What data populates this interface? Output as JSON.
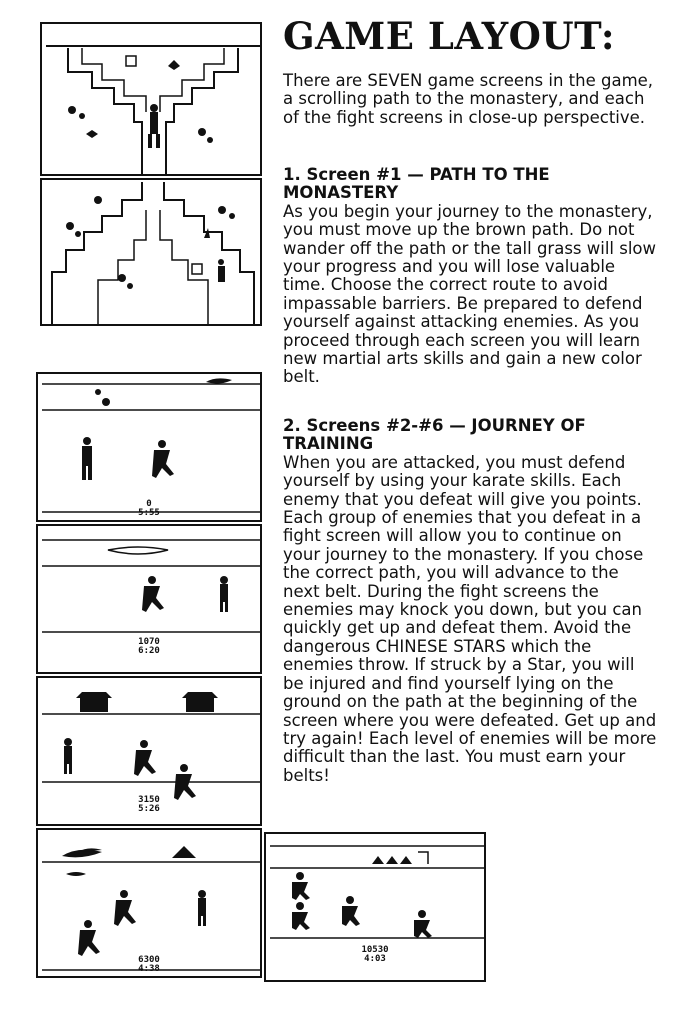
{
  "title": "GAME LAYOUT:",
  "intro": "There are SEVEN game screens in the game, a scrolling path to the monastery, and each of the fight screens in close-up perspective.",
  "sections": [
    {
      "heading": "1. Screen #1 — PATH TO THE MONASTERY",
      "body": "As you begin your journey to the monastery, you must move up the brown path. Do not wander off the path or the tall grass will slow your progress and you will lose valuable time. Choose the correct route to avoid impassable barriers. Be prepared to defend yourself against attacking enemies. As you proceed through each screen you will learn new martial arts skills and gain a new color belt."
    },
    {
      "heading": "2. Screens #2-#6 — JOURNEY OF TRAINING",
      "body": "When you are attacked, you must defend yourself by using your karate skills. Each enemy that you defeat will give you points. Each group of enemies that you defeat in a fight screen will allow you to continue on your journey to the monastery. If you chose the correct path, you will advance to the next belt. During the fight screens the enemies may knock you down, but you can quickly get up and defeat them. Avoid the dangerous CHINESE STARS which the enemies throw. If struck by a Star, you will be injured and find yourself lying on the ground on the path at the beginning of the screen where you were defeated. Get up and try again! Each level of enemies will be more difficult than the last. You must earn your belts!"
    }
  ],
  "screens": [
    {
      "score": "",
      "time": ""
    },
    {
      "score": "",
      "time": ""
    },
    {
      "score": "0",
      "time": "5:55"
    },
    {
      "score": "1070",
      "time": "6:20"
    },
    {
      "score": "3150",
      "time": "5:26"
    },
    {
      "score": "6300",
      "time": "4:38"
    },
    {
      "score": "10530",
      "time": "4:03"
    }
  ]
}
